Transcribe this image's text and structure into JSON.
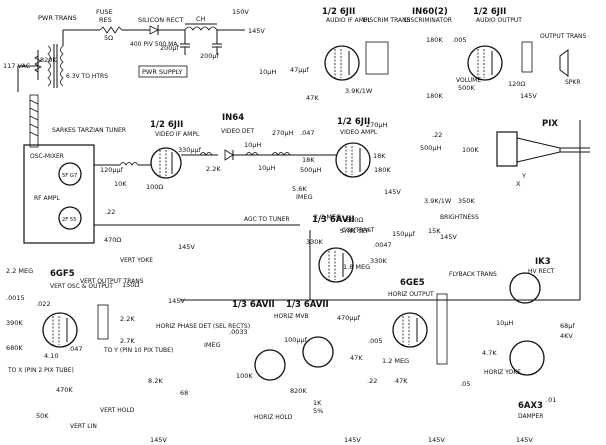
{
  "power_supply": {
    "pwr_trans": "PWR TRANS",
    "fuse": "FUSE",
    "res": "RES",
    "res_value": "5Ω",
    "silicon_rect": "SILICON RECT",
    "rect_rating": "400 PIV 500 MA",
    "choke": "CH",
    "filter_caps": "200μf",
    "vac": "117 VAC",
    "bleeder": "820K",
    "heater": "6.3V TO HTRS",
    "label": "PWR SUPPLY",
    "b_plus": "150V",
    "b_plus_2": "145V"
  },
  "tuner": {
    "brand": "SARKES TARZIAN TUNER",
    "osc_mixer": "OSC-MIXER",
    "osc_tube": "5F G7",
    "rf_ampl": "RF AMPL",
    "rf_tube": "2F 55"
  },
  "stages": {
    "video_if": {
      "tube": "1/2 6JII",
      "func": "VIDEO IF AMPL"
    },
    "video_det": {
      "diode": "IN64",
      "func": "VIDEO DET"
    },
    "video_ampl": {
      "tube": "1/2 6JII",
      "func": "VIDEO AMPL"
    },
    "audio_if": {
      "tube": "1/2 6JII",
      "func": "AUDIO IF AMPL"
    },
    "discriminator": {
      "diode": "IN60(2)",
      "func": "DISCRIMINATOR",
      "trans": "DISCRIM TRANS"
    },
    "audio_output": {
      "tube": "1/2 6JII",
      "func": "AUDIO OUTPUT",
      "trans": "OUTPUT TRANS",
      "speaker": "SPKR",
      "volume": "VOLUME"
    },
    "sync_sep": {
      "tube": "1/3 6AVII",
      "func": "SYNC SEP"
    },
    "vert_osc": {
      "tube": "6GF5",
      "func": "VERT OSC & OUTPUT",
      "yoke": "VERT YOKE",
      "output_trans": "VERT OUTPUT TRANS"
    },
    "phase_det": {
      "tube": "1/3 6AVII",
      "func": "HORIZ PHASE DET (SEL RECTS)"
    },
    "horiz_mvb": {
      "tube": "1/3 6AVII",
      "func": "HORIZ MVB"
    },
    "horiz_output": {
      "tube": "6GE5",
      "func": "HORIZ OUTPUT"
    },
    "hv_rect": {
      "tube": "IK3",
      "func": "HV RECT",
      "flyback": "FLYBACK TRANS"
    },
    "damper": {
      "tube": "6AX3",
      "func": "DAMPER",
      "yoke": "HORIZ YOKE"
    }
  },
  "pix_tube": {
    "label": "PIX",
    "y": "Y",
    "x": "X"
  },
  "signals": {
    "agc": "AGC TO TUNER",
    "contrast": "CONTRAST",
    "brightness": "BRIGHTNESS",
    "vert_hold": "VERT HOLD",
    "vert_lin": "VERT LIN",
    "horiz_hold": "HORIZ HOLD",
    "to_x": "TO X (PIN 2 PIX TUBE)",
    "to_y": "TO Y (PIN 10 PIX TUBE)"
  },
  "values": {
    "c_10u": "10μH",
    "c_47p": "47μμf",
    "r_47k": "47K",
    "r_39k": "3.9K/1W",
    "r_180k": "180K",
    "c_005": ".005",
    "r_500k": "500K",
    "r_120": "120Ω",
    "l_330": "330μμf",
    "l_270": "270μH",
    "c_047": ".047",
    "r_18k": "18K",
    "l_500u": "500μH",
    "c_22": ".22",
    "r_100k": "100K",
    "r_56k": "5.6K",
    "r_imeg": "IMEG",
    "r_600": "600Ω",
    "r_22m": "2.2 MEG",
    "r_350k": "350K",
    "r_15k": "15K",
    "c_150": "150μμf",
    "r_330k": "330K",
    "c_0047": ".0047",
    "r_18m": "1.8 MEG",
    "r_470": "470Ω",
    "r_22k": "2.2K",
    "r_10k": "10K",
    "c_120": "120μμf",
    "r_100o": "100Ω",
    "c_0033": ".0033",
    "r_27k": "2.7K",
    "r_82k": "8.2K",
    "r_68": "68",
    "c_100u": "100μμf",
    "r_820k": "820K",
    "r_1k": "1K",
    "c_470u": "470μμf",
    "r_12m": "1.2 MEG",
    "r_390k": "390K",
    "r_680k": "680K",
    "c_0015": ".0015",
    "c_022": ".022",
    "r_150": "150Ω",
    "r_50k": "50K",
    "r_470k": "470K",
    "c_68": "68μf",
    "v_4kv": "4KV",
    "r_47k_2": "4.7K",
    "c_01": ".01",
    "c_05": ".05",
    "c_410": "4.10",
    "r_5pct": "5%",
    "v_145": "145V"
  }
}
